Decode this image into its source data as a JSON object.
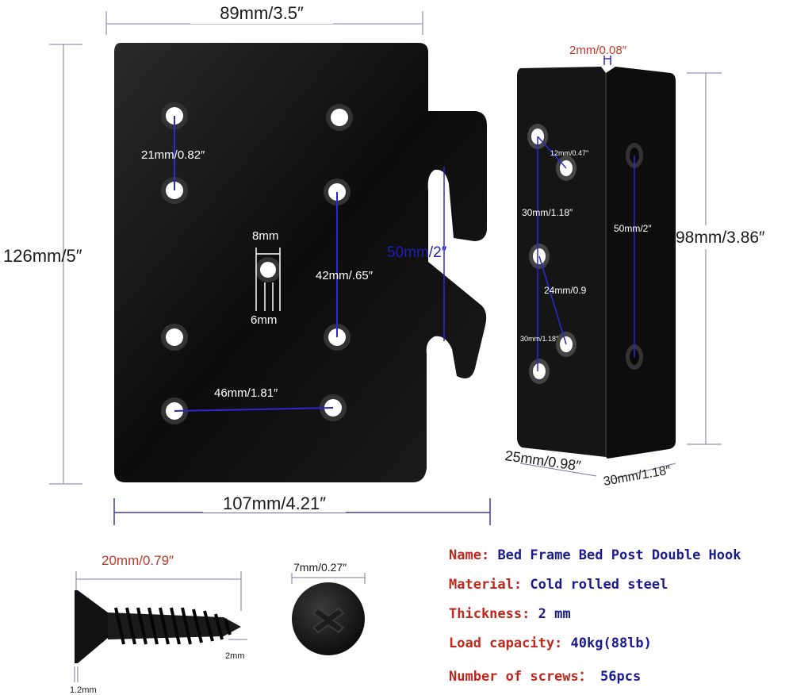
{
  "plate": {
    "width_label": "89mm/3.5″",
    "bottom_width_label": "107mm/4.21″",
    "height_label": "126mm/5″",
    "hook_span_label": "50mm/2″",
    "hole_spacing_label": "21mm/0.82″",
    "center_hole_label": "8mm",
    "center_slot_label": "6mm",
    "vertical_spacing_label": "42mm/.65″",
    "horizontal_spacing_label": "46mm/1.81″"
  },
  "post": {
    "thickness_label": "2mm/0.08″",
    "height_label": "98mm/3.86″",
    "depth_label": "25mm/0.98″",
    "width_label": "30mm/1.18″",
    "small_spacing_label": "12mm/0.47″",
    "left_spacing_label": "30mm/1.18″",
    "mid_spacing_label": "24mm/0.9",
    "lower_spacing_label": "30mm/1.18″",
    "right_spacing_label": "50mm/2″"
  },
  "screw": {
    "length_label": "20mm/0.79″",
    "head_label": "7mm/0.27″",
    "shank_label": "2mm",
    "tip_label": "1.2mm"
  },
  "specs": [
    {
      "key": "Name:",
      "value": "Bed Frame Bed Post Double Hook"
    },
    {
      "key": "Material:",
      "value": "Cold rolled steel"
    },
    {
      "key": "Thickness:",
      "value": "2 mm"
    },
    {
      "key": "Load capacity:",
      "value": "40kg(88lb)"
    },
    {
      "key": "Number of screws：",
      "value": "56pcs"
    }
  ],
  "colors": {
    "steel": "#111111",
    "dimension_blue": "#1f1fb3",
    "label_red": "#c0281e",
    "value_navy": "#1a1a8f"
  }
}
